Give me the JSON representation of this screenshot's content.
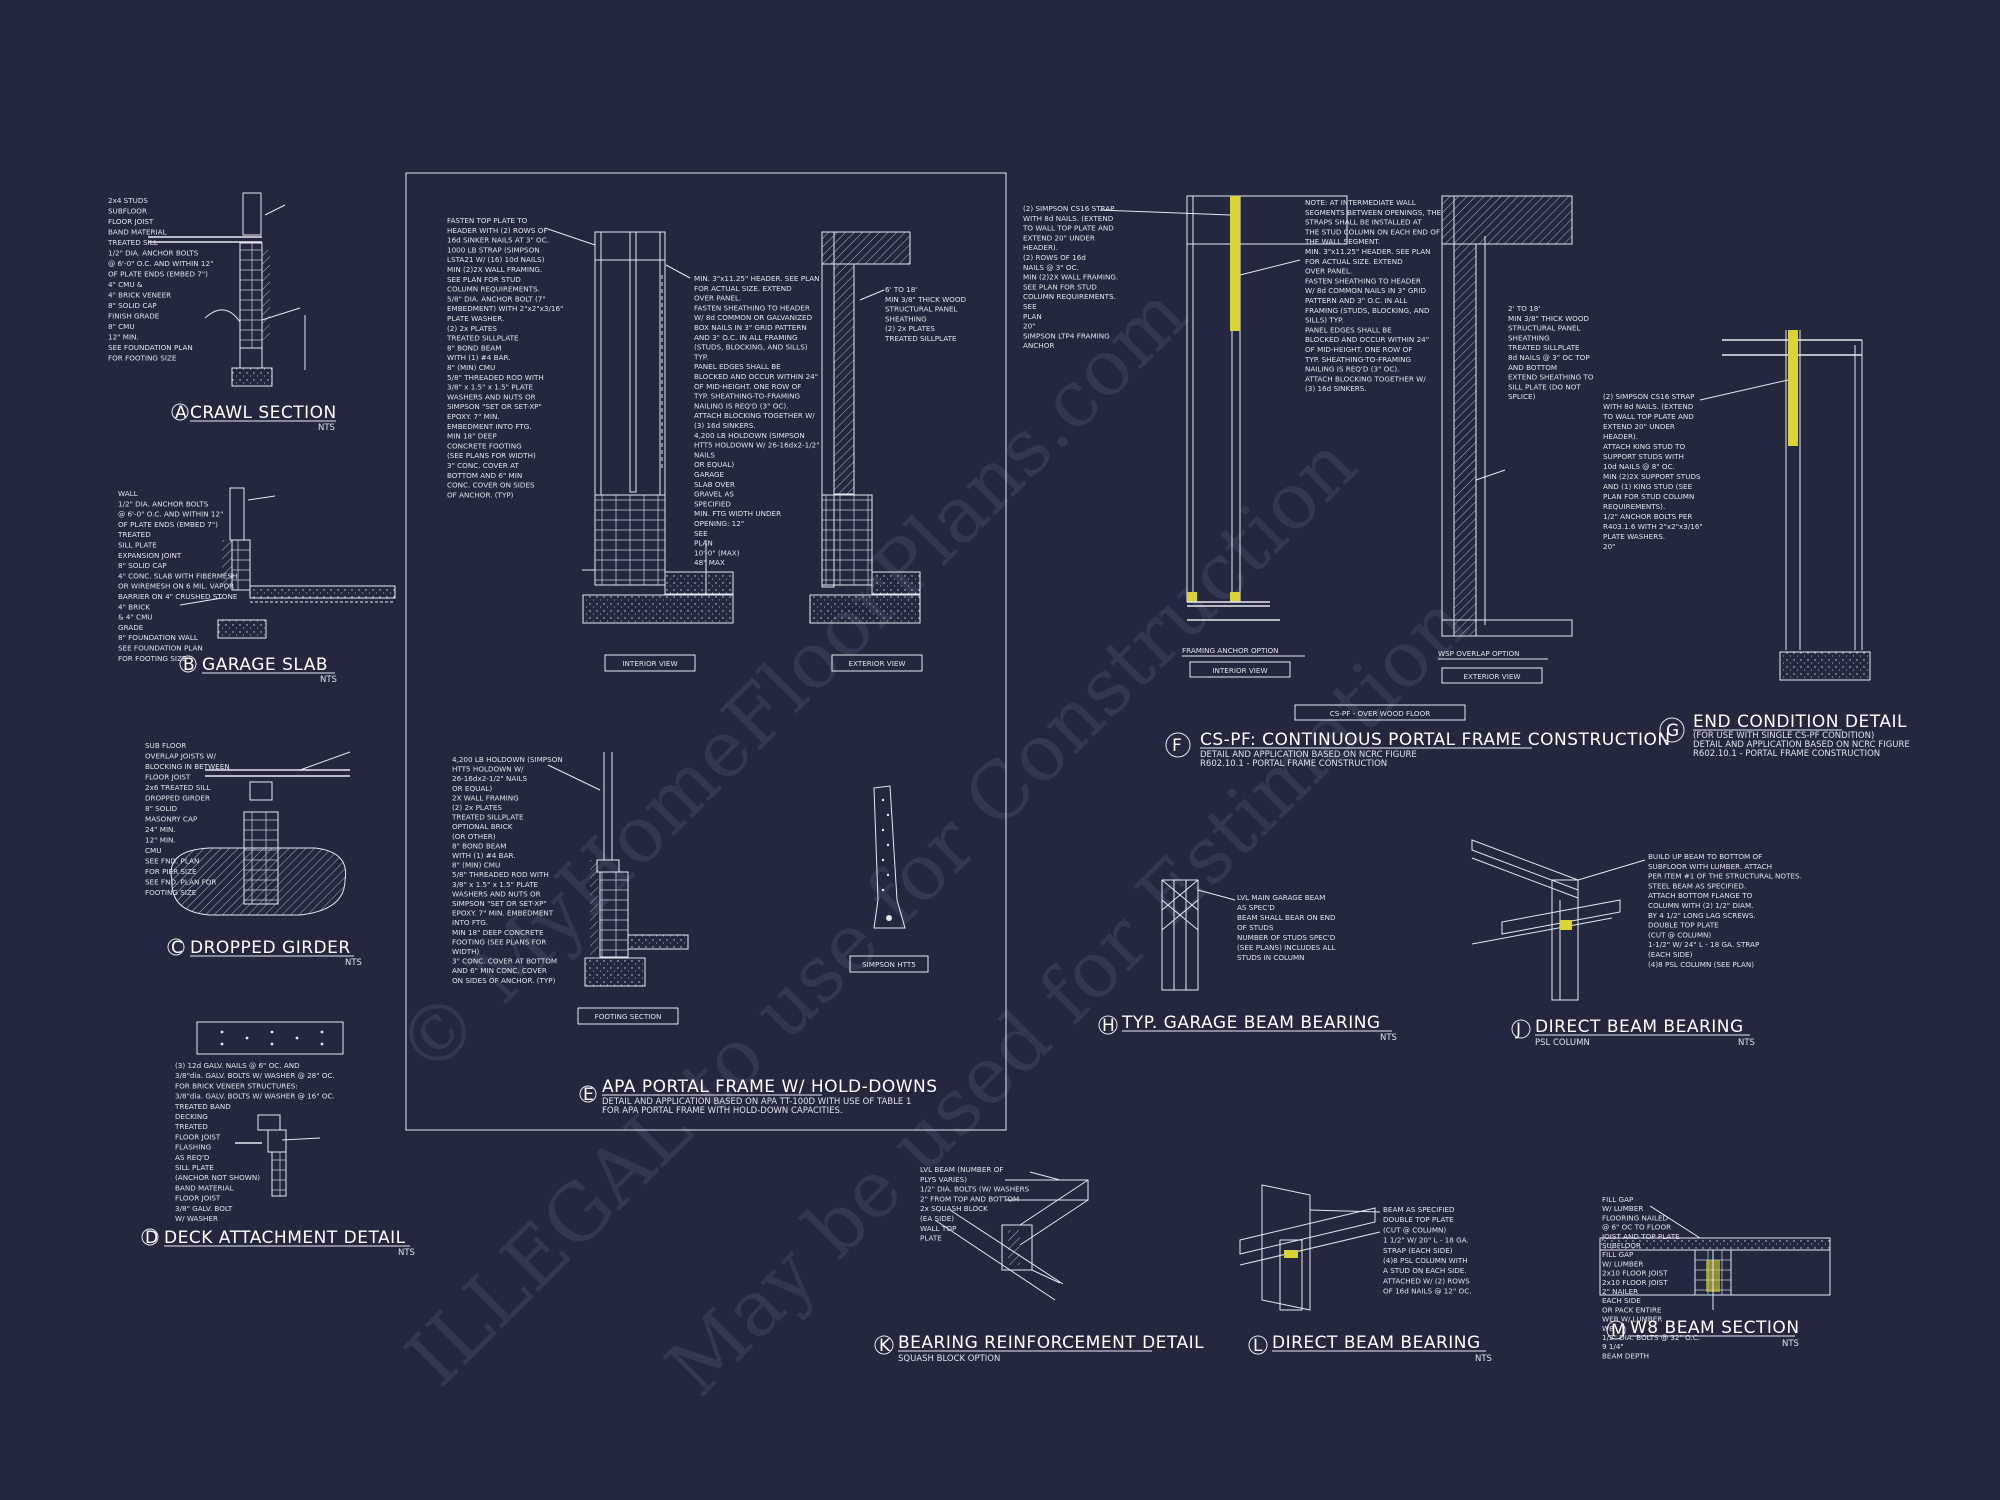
{
  "colors": {
    "background": "#24283f",
    "linework": "#e6e8f0",
    "highlight": "#d9d432"
  },
  "watermark": {
    "line1": "© MyHomeFloorPlans.com",
    "line2": "ILLEGAL to use for Construction",
    "line3": "May be used for Estimation"
  },
  "details": {
    "a": {
      "letter": "A",
      "title": "CRAWL SECTION",
      "scale": "NTS",
      "notes": [
        "2x4 STUDS",
        "SUBFLOOR",
        "FLOOR JOIST",
        "BAND MATERIAL",
        "TREATED SILL",
        "1/2\" DIA. ANCHOR BOLTS",
        "@ 6'-0\" O.C. AND WITHIN 12\"",
        "OF PLATE ENDS (EMBED 7\")",
        "4\" CMU &",
        "4\" BRICK VENEER",
        "8\" SOLID CAP",
        "FINISH GRADE",
        "8\" CMU",
        "12\" MIN.",
        "SEE FOUNDATION PLAN",
        "FOR FOOTING SIZE"
      ]
    },
    "b": {
      "letter": "B",
      "title": "GARAGE SLAB",
      "scale": "NTS",
      "notes": [
        "WALL",
        "1/2\" DIA. ANCHOR BOLTS",
        "@ 6'-0\" O.C. AND WITHIN 12\"",
        "OF PLATE ENDS (EMBED 7\")",
        "TREATED",
        "SILL PLATE",
        "EXPANSION JOINT",
        "8\" SOLID CAP",
        "4\" CONC. SLAB WITH FIBERMESH",
        "OR WIREMESH ON 6 MIL. VAPOR",
        "BARRIER ON 4\" CRUSHED STONE",
        "4\" BRICK",
        "& 4\" CMU",
        "GRADE",
        "8\" FOUNDATION WALL",
        "SEE FOUNDATION PLAN",
        "FOR FOOTING SIZE"
      ]
    },
    "c": {
      "letter": "C",
      "title": "DROPPED GIRDER",
      "scale": "NTS",
      "notes": [
        "SUB FLOOR",
        "OVERLAP JOISTS W/",
        "BLOCKING IN BETWEEN",
        "FLOOR JOIST",
        "2x6 TREATED SILL",
        "DROPPED GIRDER",
        "8\" SOLID",
        "MASONRY CAP",
        "24\" MIN.",
        "12\" MIN.",
        "CMU",
        "SEE FND. PLAN",
        "FOR PIER SIZE",
        "SEE FND. PLAN FOR",
        "FOOTING SIZE"
      ]
    },
    "d": {
      "letter": "D",
      "title": "DECK ATTACHMENT DETAIL",
      "scale": "NTS",
      "notes": [
        "(3) 12d GALV. NAILS @ 6\" OC. AND",
        "3/8\"dia. GALV. BOLTS W/ WASHER @ 28\" OC.",
        "FOR BRICK VENEER STRUCTURES:",
        "3/8\"dia. GALV. BOLTS W/ WASHER @ 16\" OC.",
        "TREATED BAND",
        "DECKING",
        "TREATED",
        "FLOOR JOIST",
        "FLASHING",
        "AS REQ'D",
        "SILL PLATE",
        "(ANCHOR NOT SHOWN)",
        "BAND MATERIAL",
        "FLOOR JOIST",
        "3/8\" GALV. BOLT",
        "W/ WASHER"
      ]
    },
    "e": {
      "letter": "E",
      "title": "APA PORTAL FRAME W/ HOLD-DOWNS",
      "desc1": "DETAIL AND APPLICATION BASED ON APA TT-100D WITH USE OF TABLE 1",
      "desc2": "FOR APA PORTAL FRAME WITH HOLD-DOWN CAPACITIES.",
      "interior": "INTERIOR VIEW",
      "exterior": "EXTERIOR VIEW",
      "footing": "FOOTING SECTION",
      "simpson": "SIMPSON HTT5",
      "notesLeft": [
        "FASTEN TOP PLATE TO",
        "HEADER WITH (2) ROWS OF",
        "16d SINKER NAILS AT 3\" OC.",
        "1000 LB STRAP (SIMPSON",
        "LSTA21 W/ (16) 10d NAILS)",
        "MIN (2)2X WALL FRAMING.",
        "SEE PLAN FOR STUD",
        "COLUMN REQUIREMENTS.",
        "5/8\" DIA. ANCHOR BOLT (7\"",
        "EMBEDMENT) WITH 2\"x2\"x3/16\"",
        "PLATE WASHER.",
        "(2) 2x PLATES",
        "TREATED SILLPLATE",
        "8\" BOND BEAM",
        "WITH (1) #4 BAR.",
        "8\" (MIN) CMU",
        "5/8\" THREADED ROD WITH",
        "3/8\" x 1.5\" x 1.5\" PLATE",
        "WASHERS AND NUTS OR",
        "SIMPSON \"SET OR SET-XP\"",
        "EPOXY. 7\" MIN.",
        "EMBEDMENT INTO FTG.",
        "MIN 18\" DEEP",
        "CONCRETE FOOTING",
        "(SEE PLANS FOR WIDTH)",
        "3\" CONC. COVER AT",
        "BOTTOM AND 6\" MIN",
        "CONC. COVER ON SIDES",
        "OF ANCHOR. (TYP)"
      ],
      "notesMid": [
        "MIN. 3\"x11.25\" HEADER. SEE PLAN",
        "FOR ACTUAL SIZE. EXTEND",
        "OVER PANEL.",
        "FASTEN SHEATHING TO HEADER",
        "W/ 8d COMMON OR GALVANIZED",
        "BOX NAILS IN 3\" GRID PATTERN",
        "AND 3\" O.C. IN ALL FRAMING",
        "(STUDS, BLOCKING, AND SILLS)",
        "TYP.",
        "PANEL EDGES SHALL BE",
        "BLOCKED AND OCCUR WITHIN 24\"",
        "OF MID-HEIGHT. ONE ROW OF",
        "TYP. SHEATHING-TO-FRAMING",
        "NAILING IS REQ'D (3\" OC).",
        "ATTACH BLOCKING TOGETHER W/",
        "(3) 16d SINKERS.",
        "4,200 LB HOLDOWN (SIMPSON",
        "HTT5 HOLDOWN W/ 26-16dx2-1/2\"",
        "NAILS",
        "OR EQUAL)",
        "GARAGE",
        "SLAB OVER",
        "GRAVEL AS",
        "SPECIFIED",
        "MIN. FTG WIDTH UNDER",
        "OPENING: 12\"",
        "SEE",
        "PLAN",
        "10'-0\" (MAX)",
        "48\" MAX"
      ],
      "notesRight": [
        "6' TO 18'",
        "MIN 3/8\" THICK WOOD",
        "STRUCTURAL PANEL",
        "SHEATHING",
        "(2) 2x PLATES",
        "TREATED SILLPLATE"
      ],
      "notesFooting": [
        "4,200 LB HOLDOWN (SIMPSON",
        "HTT5 HOLDOWN W/",
        "26-16dx2-1/2\" NAILS",
        "OR EQUAL)",
        "2X WALL FRAMING",
        "(2) 2x PLATES",
        "TREATED SILLPLATE",
        "OPTIONAL BRICK",
        "(OR OTHER)",
        "8\" BOND BEAM",
        "WITH (1) #4 BAR.",
        "8\" (MIN) CMU",
        "5/8\" THREADED ROD WITH",
        "3/8\" x 1.5\" x 1.5\" PLATE",
        "WASHERS AND NUTS OR",
        "SIMPSON \"SET OR SET-XP\"",
        "EPOXY. 7\" MIN. EMBEDMENT",
        "INTO FTG.",
        "MIN 18\" DEEP CONCRETE",
        "FOOTING (SEE PLANS FOR",
        "WIDTH)",
        "3\" CONC. COVER AT BOTTOM",
        "AND 6\" MIN CONC. COVER",
        "ON SIDES OF ANCHOR. (TYP)"
      ]
    },
    "f": {
      "letter": "F",
      "title": "CS-PF: CONTINUOUS PORTAL FRAME CONSTRUCTION",
      "desc1": "DETAIL AND APPLICATION BASED ON NCRC FIGURE",
      "desc2": "R602.10.1 - PORTAL FRAME CONSTRUCTION",
      "framing": "FRAMING ANCHOR OPTION",
      "wsp": "WSP OVERLAP OPTION",
      "interior": "INTERIOR VIEW",
      "exterior": "EXTERIOR VIEW",
      "over": "CS-PF - OVER WOOD FLOOR",
      "notesLeft": [
        "(2) SIMPSON CS16 STRAP",
        "WITH 8d NAILS. (EXTEND",
        "TO WALL TOP PLATE AND",
        "EXTEND 20\" UNDER",
        "HEADER).",
        "(2) ROWS OF 16d",
        "NAILS @ 3\" OC.",
        "MIN (2)2X WALL FRAMING.",
        "SEE PLAN FOR STUD",
        "COLUMN REQUIREMENTS.",
        "SEE",
        "PLAN",
        "20\"",
        "SIMPSON LTP4 FRAMING",
        "ANCHOR"
      ],
      "notesMid": [
        "NOTE: AT INTERMEDIATE WALL",
        "SEGMENTS BETWEEN OPENINGS, THE",
        "STRAPS SHALL BE INSTALLED AT",
        "THE STUD COLUMN ON EACH END OF",
        "THE WALL SEGMENT.",
        "MIN. 3\"x11.25\" HEADER. SEE PLAN",
        "FOR ACTUAL SIZE. EXTEND",
        "OVER PANEL.",
        "FASTEN SHEATHING TO HEADER",
        "W/ 8d COMMON NAILS IN 3\" GRID",
        "PATTERN AND 3\" O.C. IN ALL",
        "FRAMING (STUDS, BLOCKING, AND",
        "SILLS) TYP.",
        "PANEL EDGES SHALL BE",
        "BLOCKED AND OCCUR WITHIN 24\"",
        "OF MID-HEIGHT. ONE ROW OF",
        "TYP. SHEATHING-TO-FRAMING",
        "NAILING IS REQ'D (3\" OC).",
        "ATTACH BLOCKING TOGETHER W/",
        "(3) 16d SINKERS."
      ],
      "notesRight": [
        "2' TO 18'",
        "MIN 3/8\" THICK WOOD",
        "STRUCTURAL PANEL",
        "SHEATHING",
        "TREATED SILLPLATE",
        "8d NAILS @ 3\" OC TOP",
        "AND BOTTOM",
        "EXTEND SHEATHING TO",
        "SILL PLATE (DO NOT",
        "SPLICE)"
      ]
    },
    "g": {
      "letter": "G",
      "title": "END CONDITION DETAIL",
      "desc1": "(FOR USE WITH SINGLE CS-PF CONDITION)",
      "desc2": "DETAIL AND APPLICATION BASED ON NCRC FIGURE",
      "desc3": "R602.10.1 - PORTAL FRAME CONSTRUCTION",
      "notes": [
        "(2) SIMPSON CS16 STRAP",
        "WITH 8d NAILS. (EXTEND",
        "TO WALL TOP PLATE AND",
        "EXTEND 20\" UNDER",
        "HEADER).",
        "ATTACH KING STUD TO",
        "SUPPORT STUDS WITH",
        "10d NAILS @ 8\" OC.",
        "MIN (2)2X SUPPORT STUDS",
        "AND (1) KING STUD (SEE",
        "PLAN FOR STUD COLUMN",
        "REQUIREMENTS).",
        "1/2\" ANCHOR BOLTS PER",
        "R403.1.6 WITH 2\"x2\"x3/16\"",
        "PLATE WASHERS.",
        "20\""
      ]
    },
    "h": {
      "letter": "H",
      "title": "TYP. GARAGE BEAM BEARING",
      "scale": "NTS",
      "notes": [
        "LVL MAIN GARAGE BEAM",
        "AS SPEC'D",
        "BEAM SHALL BEAR ON END",
        "OF STUDS",
        "NUMBER OF STUDS SPEC'D",
        "(SEE PLANS) INCLUDES ALL",
        "STUDS IN COLUMN"
      ]
    },
    "j": {
      "letter": "J",
      "title": "DIRECT BEAM BEARING",
      "sub": "PSL COLUMN",
      "scale": "NTS",
      "notes": [
        "BUILD UP BEAM TO BOTTOM OF",
        "SUBFLOOR WITH LUMBER. ATTACH",
        "PER ITEM #1 OF THE STRUCTURAL NOTES.",
        "STEEL BEAM AS SPECIFIED.",
        "ATTACH BOTTOM FLANGE TO",
        "COLUMN WITH (2) 1/2\" DIAM.",
        "BY 4 1/2\" LONG LAG SCREWS.",
        "DOUBLE TOP PLATE",
        "(CUT @ COLUMN)",
        "1-1/2\" W/ 24\" L - 18 GA. STRAP",
        "(EACH SIDE)",
        "(4)8 PSL COLUMN (SEE PLAN)"
      ]
    },
    "k": {
      "letter": "K",
      "title": "BEARING REINFORCEMENT DETAIL",
      "sub": "SQUASH BLOCK OPTION",
      "notes": [
        "LVL BEAM (NUMBER OF",
        "PLYS VARIES)",
        "1/2\" DIA. BOLTS (W/ WASHERS",
        "2\" FROM TOP AND BOTTOM",
        "2x SQUASH BLOCK",
        "(EA SIDE)",
        "WALL TOP",
        "PLATE"
      ]
    },
    "l": {
      "letter": "L",
      "title": "DIRECT BEAM BEARING",
      "scale": "NTS",
      "notes": [
        "BEAM AS SPECIFIED",
        "DOUBLE TOP PLATE",
        "(CUT @ COLUMN)",
        "1 1/2\" W/ 20\" L - 18 GA.",
        "STRAP (EACH SIDE)",
        "(4)8 PSL COLUMN WITH",
        "A STUD ON EACH SIDE.",
        "ATTACHED W/ (2) ROWS",
        "OF 16d NAILS @ 12\" OC."
      ]
    },
    "m": {
      "letter": "M",
      "title": "W8 BEAM SECTION",
      "scale": "NTS",
      "notes": [
        "FILL GAP",
        "W/ LUMBER",
        "FLOORING NAILED",
        "@ 6\" OC TO FLOOR",
        "JOIST AND TOP PLATE",
        "SUBFLOOR",
        "FILL GAP",
        "W/ LUMBER",
        "2x10 FLOOR JOIST",
        "2x10 FLOOR JOIST",
        "2\" NAILER",
        "EACH SIDE",
        "OR PACK ENTIRE",
        "WEB W/ LUMBER",
        "W8",
        "1/2\" DIA. BOLTS @ 32\" O.C.",
        "9 1/4\"",
        "BEAM DEPTH"
      ]
    }
  }
}
